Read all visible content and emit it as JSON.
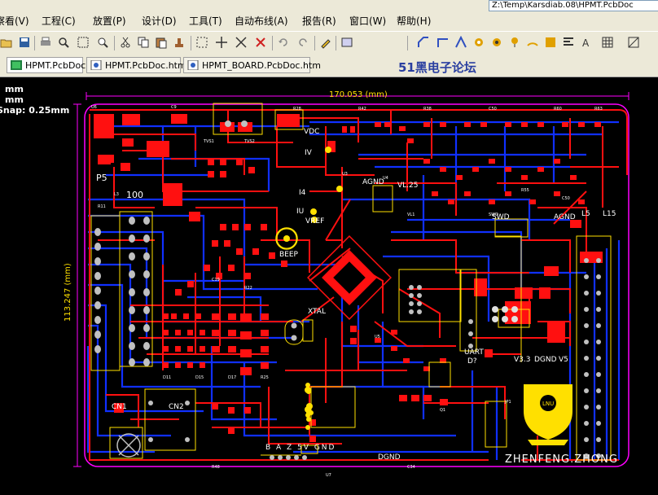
{
  "menus": [
    {
      "label": "察看(V)"
    },
    {
      "label": "工程(C)"
    },
    {
      "label": "放置(P)"
    },
    {
      "label": "设计(D)"
    },
    {
      "label": "工具(T)"
    },
    {
      "label": "自动布线(A)"
    },
    {
      "label": "报告(R)"
    },
    {
      "label": "窗口(W)"
    },
    {
      "label": "帮助(H)"
    }
  ],
  "path_field": "Z:\\Temp\\Karsdiab.08\\HPMT.PcbDoc",
  "tabs": [
    {
      "label": "HPMT.PcbDoc"
    },
    {
      "label": "HPMT.PcbDoc.htm"
    },
    {
      "label": "HPMT_BOARD.PcbDoc.htm"
    }
  ],
  "forum_label": "51黑电子论坛",
  "status": {
    "x_units": "mm",
    "y_units": "mm",
    "snap": "Snap: 0.25mm"
  },
  "board": {
    "width_dim": "170.053 (mm)",
    "height_dim": "113.247 (mm)",
    "author": "ZHENFENG.ZHONG",
    "logo_text": "LNU",
    "labels": {
      "p5": "P5",
      "l100": "100",
      "vdc": "VDC",
      "iv": "IV",
      "i4": "I4",
      "iu": "IU",
      "vref": "VREF",
      "agnd_top": "AGND",
      "v125": "VL.25",
      "swd": "SWD",
      "agnd_right": "AGND",
      "l5": "L5",
      "l15": "L15",
      "beep": "BEEP",
      "xtal": "XTAL",
      "uart": "UART",
      "d7": "D?",
      "v33": "V3.3",
      "dgnd_right": "DGND",
      "v5": "V5",
      "dgnd_bottom": "DGND",
      "header_pins": "B A Z 5V GND",
      "cn1": "CN1",
      "cn2": "CN2"
    }
  },
  "colors": {
    "top_layer": "#ff0000",
    "bottom_layer": "#0000ff",
    "overlay": "#ffff00",
    "keepout": "#ff00ff",
    "pad": "#c0c0c0"
  },
  "icons": [
    "open-icon",
    "save-icon",
    "print-icon",
    "zoom-icon",
    "cut-icon",
    "copy-icon",
    "paste-icon",
    "select-icon",
    "move-icon",
    "undo-icon",
    "redo-icon",
    "route-icon",
    "via-icon",
    "pad-icon",
    "arc-icon",
    "text-icon",
    "fill-icon"
  ]
}
